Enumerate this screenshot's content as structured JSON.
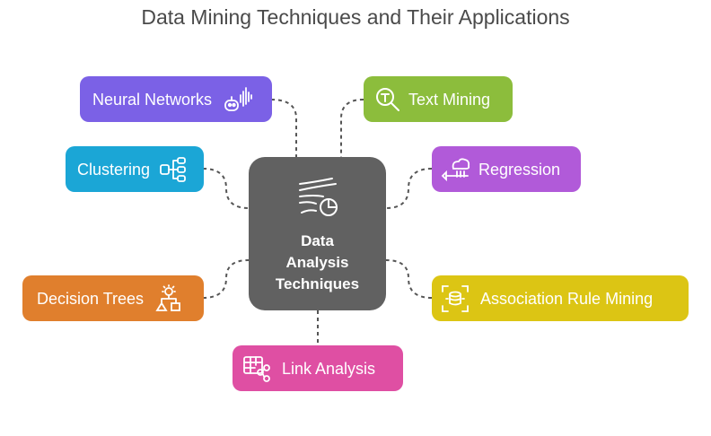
{
  "title": "Data Mining Techniques and Their Applications",
  "center": {
    "lines": [
      "Data",
      "Analysis",
      "Techniques"
    ],
    "icon": "analytics-icon",
    "color": "#616161"
  },
  "techniques": [
    {
      "label": "Neural Networks",
      "icon": "robot-icon",
      "color": "#7b61e6"
    },
    {
      "label": "Text Mining",
      "icon": "text-search-icon",
      "color": "#8cbd3c"
    },
    {
      "label": "Clustering",
      "icon": "cluster-icon",
      "color": "#1ba6d6"
    },
    {
      "label": "Regression",
      "icon": "regression-icon",
      "color": "#b15ad9"
    },
    {
      "label": "Decision Trees",
      "icon": "decision-tree-icon",
      "color": "#e07f2d"
    },
    {
      "label": "Association Rule Mining",
      "icon": "association-icon",
      "color": "#dcc514"
    },
    {
      "label": "Link Analysis",
      "icon": "link-analysis-icon",
      "color": "#df4fa3"
    }
  ]
}
